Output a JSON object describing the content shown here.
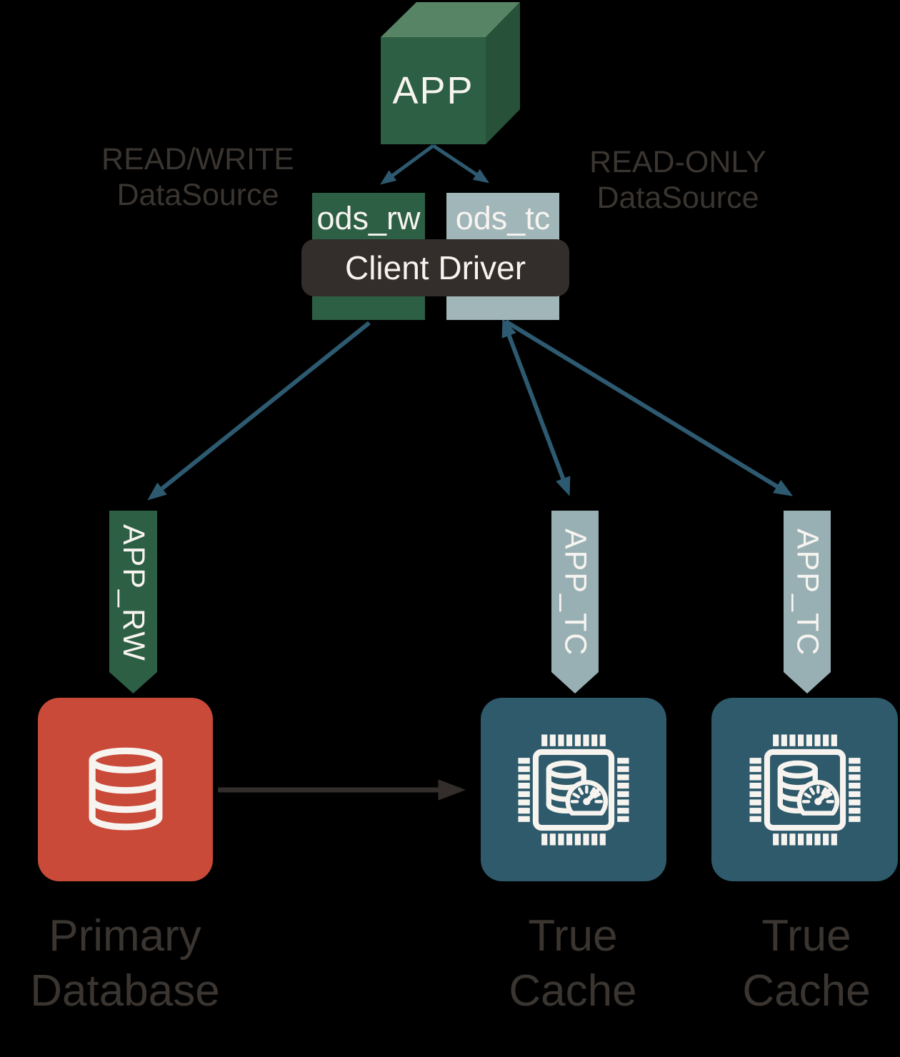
{
  "palette": {
    "background": "#000000",
    "green": "#2d5f44",
    "green_top": "#578465",
    "green_side": "#275138",
    "light_blue_gray": "#a0b6b8",
    "banner_light": "#98b0b3",
    "teal_arrow": "#2d5a70",
    "dark_bar": "#332e2c",
    "red_node": "#c94a38",
    "cache_node": "#2e5a6b",
    "text_dark": "#3a3530",
    "text_light": "#f7f4f0"
  },
  "app": {
    "label": "APP"
  },
  "left_datasource": {
    "line1": "READ/WRITE",
    "line2": "DataSource"
  },
  "right_datasource": {
    "line1": "READ-ONLY",
    "line2": "DataSource"
  },
  "datasources": {
    "rw_label": "ods_rw",
    "tc_label": "ods_tc"
  },
  "client_driver": {
    "label": "Client Driver"
  },
  "services": {
    "rw": "APP_RW",
    "tc1": "APP_TC",
    "tc2": "APP_TC"
  },
  "nodes": {
    "primary": {
      "line1": "Primary",
      "line2": "Database"
    },
    "cache1": {
      "line1": "True",
      "line2": "Cache"
    },
    "cache2": {
      "line1": "True",
      "line2": "Cache"
    }
  },
  "icons": {
    "primary": "database-icon",
    "cache": "database-gauge-chip-icon"
  }
}
